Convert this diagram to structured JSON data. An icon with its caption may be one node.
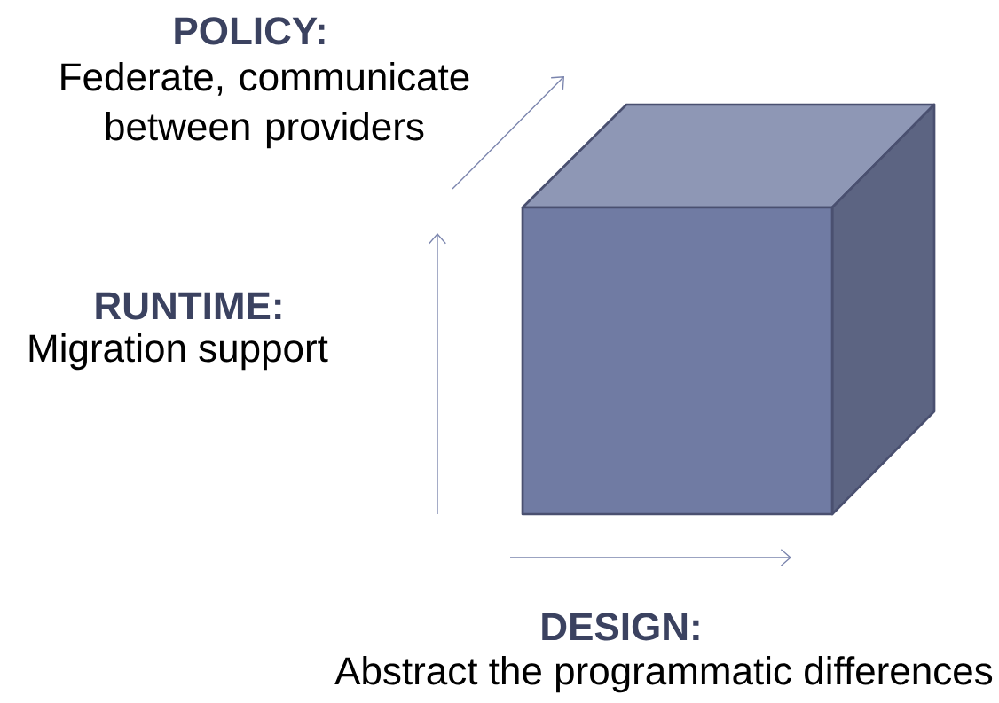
{
  "diagram": {
    "labels": [
      "POLICY:",
      "Federate, communicate between providers",
      "RUNTIME:",
      "Migration support",
      "DESIGN:",
      "Abstract the programmatic differences"
    ]
  }
}
